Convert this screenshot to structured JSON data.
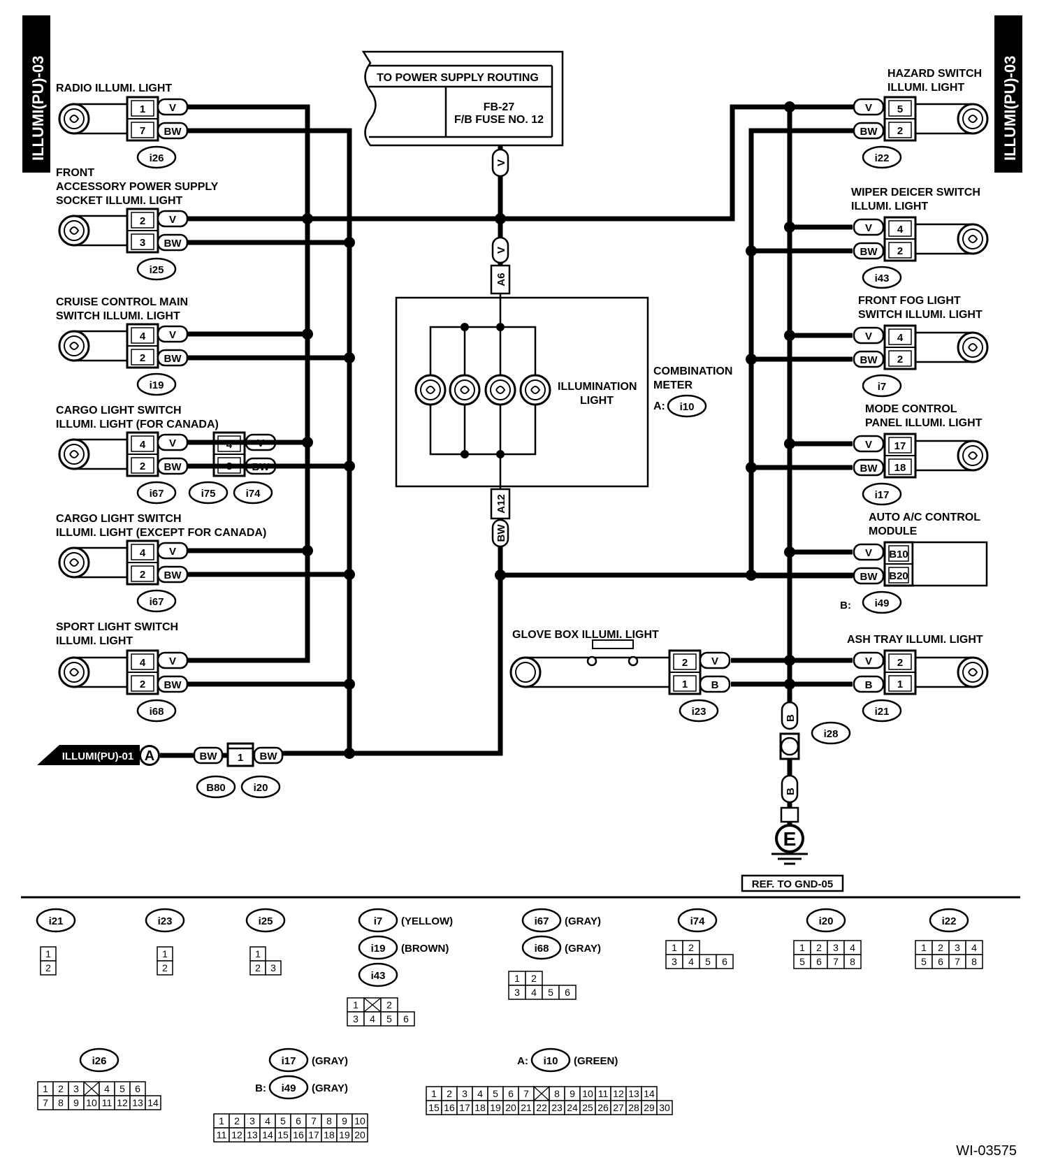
{
  "side_tab_left": "ILLUMI(PU)-03",
  "side_tab_right": "ILLUMI(PU)-03",
  "power": {
    "title": "TO POWER SUPPLY ROUTING",
    "fuse_code": "FB-27",
    "fuse_name": "F/B FUSE NO. 12"
  },
  "meter": {
    "lamp_label_1": "ILLUMINATION",
    "lamp_label_2": "LIGHT",
    "name_1": "COMBINATION",
    "name_2": "METER",
    "conn_prefix": "A:",
    "conn": "i10",
    "pin_top": "A6",
    "pin_bottom": "A12"
  },
  "wires": {
    "v": "V",
    "bw": "BW",
    "b": "B"
  },
  "left_components": [
    {
      "label_1": "RADIO ILLUMI. LIGHT",
      "label_2": "",
      "label_3": "",
      "pin_v": "1",
      "pin_bw": "7",
      "conn": "i26"
    },
    {
      "label_1": "FRONT",
      "label_2": "ACCESSORY POWER SUPPLY",
      "label_3": "SOCKET ILLUMI. LIGHT",
      "pin_v": "2",
      "pin_bw": "3",
      "conn": "i25"
    },
    {
      "label_1": "CRUISE CONTROL MAIN",
      "label_2": "SWITCH ILLUMI. LIGHT",
      "label_3": "",
      "pin_v": "4",
      "pin_bw": "2",
      "conn": "i19"
    },
    {
      "label_1": "CARGO LIGHT SWITCH",
      "label_2": "ILLUMI. LIGHT (FOR CANADA)",
      "label_3": "",
      "pin_v": "4",
      "pin_bw": "2",
      "conn": "i67",
      "relay_pin_v": "4",
      "relay_pin_bw": "3",
      "relay_conn_a": "i75",
      "relay_conn_b": "i74"
    },
    {
      "label_1": "CARGO LIGHT SWITCH",
      "label_2": "ILLUMI. LIGHT (EXCEPT FOR CANADA)",
      "label_3": "",
      "pin_v": "4",
      "pin_bw": "2",
      "conn": "i67"
    },
    {
      "label_1": "SPORT LIGHT SWITCH",
      "label_2": "ILLUMI. LIGHT",
      "label_3": "",
      "pin_v": "4",
      "pin_bw": "2",
      "conn": "i68"
    }
  ],
  "right_components": [
    {
      "label_1": "HAZARD SWITCH",
      "label_2": "ILLUMI. LIGHT",
      "pin_v": "5",
      "pin_bw": "2",
      "conn": "i22"
    },
    {
      "label_1": "WIPER DEICER SWITCH",
      "label_2": "ILLUMI. LIGHT",
      "pin_v": "4",
      "pin_bw": "2",
      "conn": "i43"
    },
    {
      "label_1": "FRONT FOG LIGHT",
      "label_2": "SWITCH ILLUMI. LIGHT",
      "pin_v": "4",
      "pin_bw": "2",
      "conn": "i7"
    },
    {
      "label_1": "MODE CONTROL",
      "label_2": "PANEL ILLUMI. LIGHT",
      "pin_v": "17",
      "pin_bw": "18",
      "conn": "i17"
    },
    {
      "label_1": "AUTO A/C CONTROL",
      "label_2": "MODULE",
      "pin_v": "B10",
      "pin_bw": "B20",
      "conn_prefix": "B:",
      "conn": "i49"
    },
    {
      "label_1": "ASH TRAY ILLUMI. LIGHT",
      "label_2": "",
      "pin_v": "2",
      "pin_bw": "1",
      "conn": "i21"
    }
  ],
  "glove_box": {
    "label": "GLOVE BOX ILLUMI. LIGHT",
    "pin_v": "2",
    "pin_b": "1",
    "conn": "i23"
  },
  "ground": {
    "conn": "i28",
    "symbol": "E",
    "ref": "REF. TO GND-05"
  },
  "bottom_link": {
    "label": "ILLUMI(PU)-01",
    "letter": "A",
    "pin": "1",
    "conn_a": "B80",
    "conn_b": "i20"
  },
  "connector_views": [
    {
      "id": "i21",
      "color": "",
      "rows": [
        [
          "1"
        ],
        [
          "2"
        ]
      ]
    },
    {
      "id": "i23",
      "color": "",
      "rows": [
        [
          "1"
        ],
        [
          "2"
        ]
      ]
    },
    {
      "id": "i25",
      "color": "",
      "rows": [
        [
          "1"
        ],
        [
          "2",
          "3"
        ]
      ]
    },
    {
      "id": "i7",
      "color": "(YELLOW)"
    },
    {
      "id": "i19",
      "color": "(BROWN)"
    },
    {
      "id": "i43",
      "color": "",
      "rows": [
        [
          "1",
          "",
          "2"
        ],
        [
          "3",
          "4",
          "5",
          "6"
        ]
      ]
    },
    {
      "id": "i67",
      "color": "(GRAY)"
    },
    {
      "id": "i68",
      "color": "(GRAY)",
      "rows": [
        [
          "1",
          "2"
        ],
        [
          "3",
          "4",
          "5",
          "6"
        ]
      ]
    },
    {
      "id": "i74",
      "color": "",
      "rows": [
        [
          "1",
          "2"
        ],
        [
          "3",
          "4",
          "5",
          "6"
        ]
      ]
    },
    {
      "id": "i20",
      "color": "",
      "rows": [
        [
          "1",
          "2",
          "3",
          "4"
        ],
        [
          "5",
          "6",
          "7",
          "8"
        ]
      ]
    },
    {
      "id": "i22",
      "color": "",
      "rows": [
        [
          "1",
          "2",
          "3",
          "4"
        ],
        [
          "5",
          "6",
          "7",
          "8"
        ]
      ]
    },
    {
      "id": "i26",
      "color": "",
      "rows": [
        [
          "1",
          "2",
          "3",
          "",
          "4",
          "5",
          "6"
        ],
        [
          "7",
          "8",
          "9",
          "10",
          "11",
          "12",
          "13",
          "14"
        ]
      ]
    },
    {
      "id": "i17",
      "color": "(GRAY)"
    },
    {
      "id": "i49",
      "prefix": "B:",
      "color": "(GRAY)",
      "rows": [
        [
          "1",
          "2",
          "3",
          "4",
          "5",
          "6",
          "7",
          "8",
          "9",
          "10"
        ],
        [
          "11",
          "12",
          "13",
          "14",
          "15",
          "16",
          "17",
          "18",
          "19",
          "20"
        ]
      ]
    },
    {
      "id": "i10",
      "prefix": "A:",
      "color": "(GREEN)",
      "rows": [
        [
          "1",
          "2",
          "3",
          "4",
          "5",
          "6",
          "7",
          "",
          "8",
          "9",
          "10",
          "11",
          "12",
          "13",
          "14"
        ],
        [
          "15",
          "16",
          "17",
          "18",
          "19",
          "20",
          "21",
          "22",
          "23",
          "24",
          "25",
          "26",
          "27",
          "28",
          "29",
          "30"
        ]
      ]
    }
  ],
  "figure_id": "WI-03575"
}
